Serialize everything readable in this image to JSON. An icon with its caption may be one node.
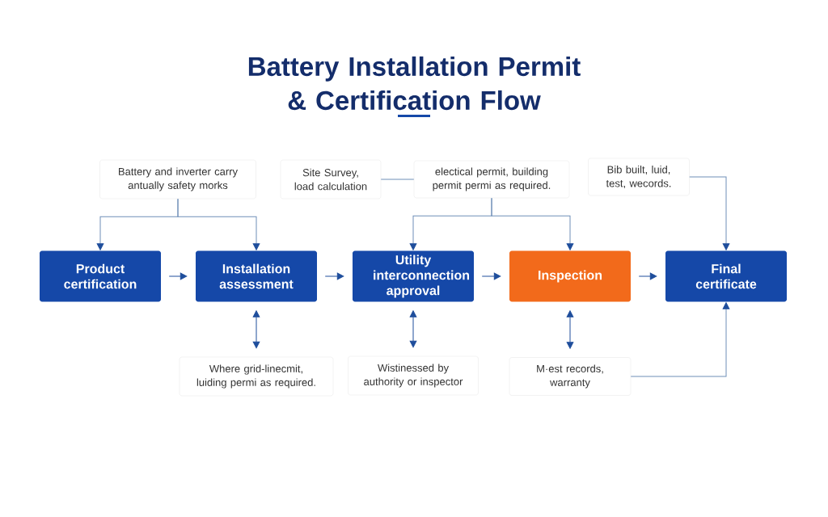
{
  "diagram": {
    "title": "Battery Installation Permit & Certification Flow",
    "nodes": [
      {
        "text": [
          "Product certification"
        ]
      },
      {
        "text": [
          "Installation assessment"
        ]
      },
      {
        "text": [
          "Utility interconnection approval"
        ]
      },
      {
        "text": [
          "Inspection"
        ]
      },
      {
        "text": [
          "Final certificate"
        ]
      },
      {
        "text": [
          "Battery and inverter carry antually safety morks"
        ]
      },
      {
        "text": [
          "Site Survey, load calculation"
        ]
      },
      {
        "text": [
          "electical permit, building permit permi as required."
        ]
      },
      {
        "text": [
          "Bib built, luid, test, wecords."
        ]
      },
      {
        "text": [
          "Where grid-linecmit, luiding permi as required."
        ]
      },
      {
        "text": [
          "Wistinessed by authority or inspector"
        ]
      },
      {
        "text": [
          "M·est records, warranty"
        ]
      }
    ],
    "edges": [
      {
        "from": 0,
        "to": 1,
        "arrow": "to"
      },
      {
        "from": 1,
        "to": 2,
        "arrow": "to"
      },
      {
        "from": 2,
        "to": 3,
        "arrow": "to"
      },
      {
        "from": 3,
        "to": 4,
        "arrow": "to"
      },
      {
        "from": 5,
        "to": 0,
        "arrow": "to"
      },
      {
        "from": 5,
        "to": 1,
        "arrow": "to"
      },
      {
        "from": 6,
        "to": 7,
        "arrow": "none"
      },
      {
        "from": 7,
        "to": 2,
        "arrow": "to"
      },
      {
        "from": 7,
        "to": 3,
        "arrow": "to"
      },
      {
        "from": 8,
        "to": 4,
        "arrow": "to"
      },
      {
        "from": 1,
        "to": 9,
        "arrow": "both"
      },
      {
        "from": 2,
        "to": 10,
        "arrow": "both"
      },
      {
        "from": 3,
        "to": 11,
        "arrow": "both"
      },
      {
        "from": 11,
        "to": 4,
        "arrow": "to"
      }
    ]
  }
}
